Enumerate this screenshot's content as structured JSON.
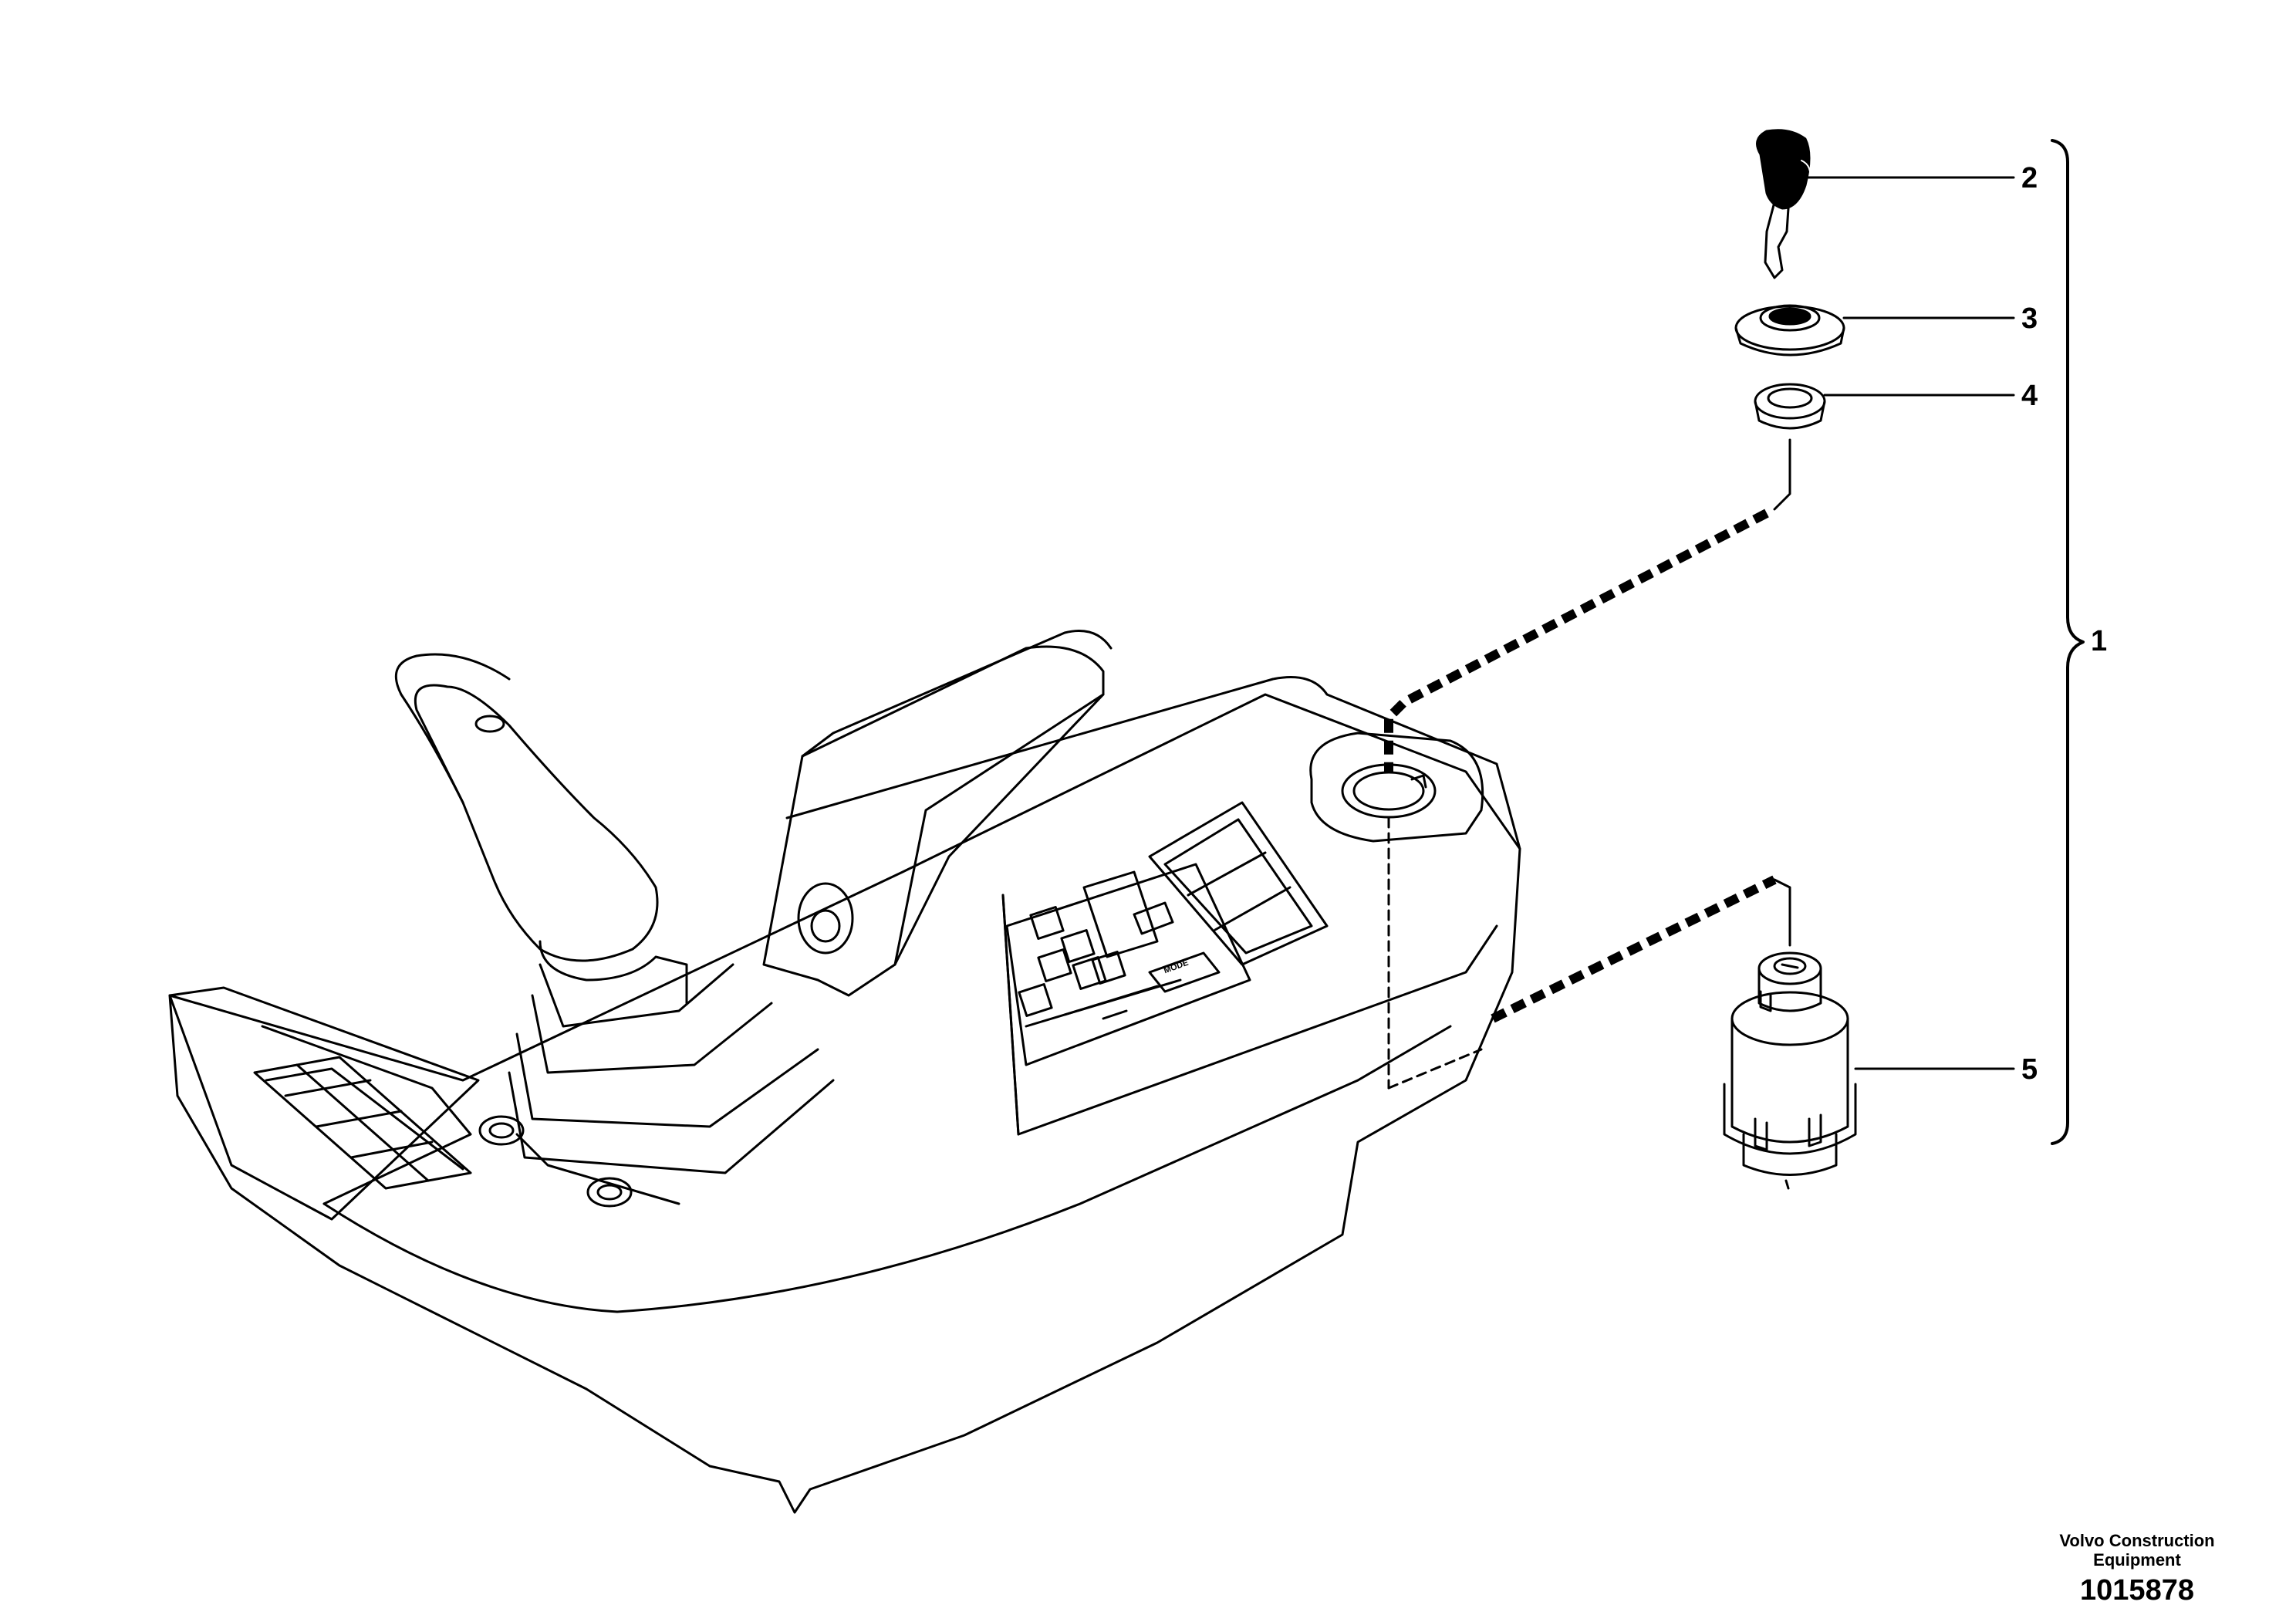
{
  "callouts": [
    {
      "id": "1",
      "label": "1"
    },
    {
      "id": "2",
      "label": "2"
    },
    {
      "id": "3",
      "label": "3"
    },
    {
      "id": "4",
      "label": "4"
    },
    {
      "id": "5",
      "label": "5"
    }
  ],
  "footer": {
    "brand_line1": "Volvo Construction",
    "brand_line2": "Equipment",
    "document_number": "1015878"
  },
  "panel": {
    "mode_button_label": "MODE"
  },
  "colors": {
    "line": "#000000",
    "background": "#ffffff"
  }
}
